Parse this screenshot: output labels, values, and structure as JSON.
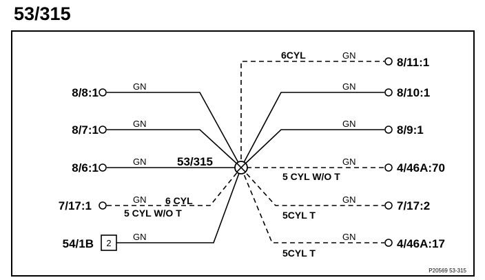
{
  "title": "53/315",
  "splice_label": "53/315",
  "wire_color": "GN",
  "ref_code": "P20569 53-315",
  "left_nodes": [
    "8/8:1",
    "8/7:1",
    "8/6:1",
    "7/17:1",
    "54/1B"
  ],
  "connector_pin": "2",
  "right_nodes": [
    "8/11:1",
    "8/10:1",
    "8/9:1",
    "4/46A:70",
    "7/17:2",
    "4/46A:17"
  ],
  "notes": {
    "six_cyl_top": "6CYL",
    "five_cyl_wo_t_right": "5 CYL W/O T",
    "six_cyl_left": "6 CYL",
    "five_cyl_wo_t_left": "5 CYL W/O T",
    "five_cyl_t_1": "5CYL T",
    "five_cyl_t_2": "5CYL T"
  }
}
